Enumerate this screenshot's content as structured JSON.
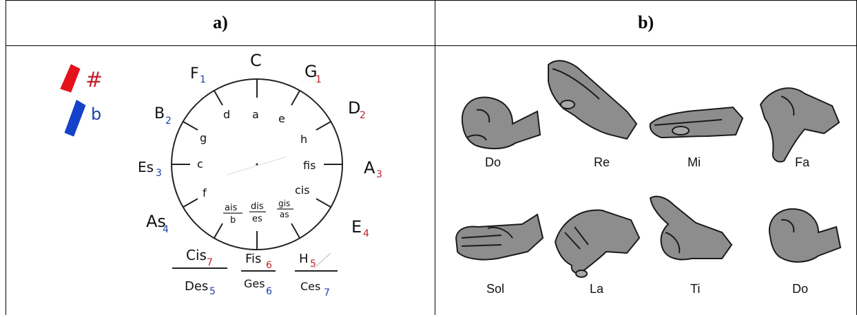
{
  "headers": {
    "a": "a)",
    "b": "b)"
  },
  "legend": {
    "sharp_symbol": "#",
    "flat_symbol": "b",
    "sharp_color": "#e3121b",
    "flat_color": "#1442c8"
  },
  "circle": {
    "outer": {
      "C": "C",
      "G": "G",
      "D": "D",
      "A": "A",
      "E": "E",
      "H": "H",
      "F": "F",
      "B": "B",
      "Es": "Es",
      "As": "As",
      "sub": {
        "G": "1",
        "D": "2",
        "A": "3",
        "E": "4",
        "H": "5",
        "F": "1",
        "B": "2",
        "Es": "3",
        "As": "4"
      }
    },
    "inner": {
      "a": "a",
      "e": "e",
      "h": "h",
      "fis": "fis",
      "cis": "cis",
      "d": "d",
      "g": "g",
      "c": "c",
      "f": "f",
      "gis": "gis",
      "as": "as",
      "dis": "dis",
      "es": "es",
      "ais": "ais",
      "b": "b"
    },
    "bottom": {
      "cis": "Cis",
      "cis_sub": "7",
      "des": "Des",
      "des_sub": "5",
      "fis": "Fis",
      "fis_sub": "6",
      "ges": "Ges",
      "ges_sub": "6",
      "h": "H",
      "h_sub": "5",
      "ces": "Ces",
      "ces_sub": "7"
    }
  },
  "hand_signs": [
    "Do",
    "Re",
    "Mi",
    "Fa",
    "Sol",
    "La",
    "Ti",
    "Do"
  ]
}
